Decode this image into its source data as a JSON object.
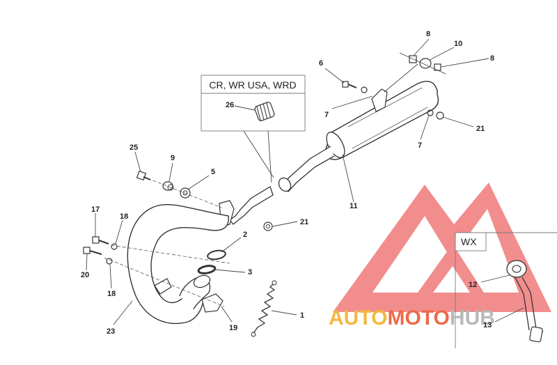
{
  "box_variant": {
    "label": "CR, WR USA, WRD"
  },
  "box_wx": {
    "label": "WX"
  },
  "callouts": [
    "1",
    "2",
    "3",
    "5",
    "6",
    "7",
    "7",
    "8",
    "8",
    "9",
    "10",
    "11",
    "12",
    "13",
    "17",
    "18",
    "18",
    "19",
    "20",
    "21",
    "21",
    "23",
    "25",
    "26"
  ],
  "watermark": {
    "word_a": "AUTO",
    "word_b": "MOTO",
    "word_c": "HUB",
    "color_a": "#f5b840",
    "color_b": "#ee6a4a",
    "color_c": "#b9b9b9",
    "logo_color": "#f07a7a"
  }
}
